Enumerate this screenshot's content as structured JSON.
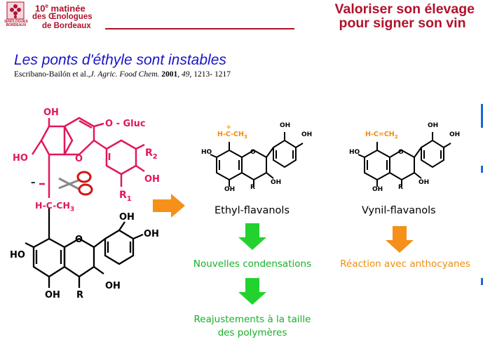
{
  "header": {
    "logo_text": "ŒNOLOGUES BORDEAUX",
    "matinee_num": "10",
    "matinee_sup": "e",
    "matinee_word": "matinée",
    "matinee_line2": "des Œnologues",
    "matinee_line3": "de Bordeaux",
    "slogan_line1": "Valoriser son élevage",
    "slogan_line2": "pour signer son vin"
  },
  "title": "Les ponts d'éthyle sont instables",
  "reference": {
    "authors": "Escribano-Bailón et al.,",
    "journal": "J. Agric. Food Chem.",
    "year": "2001",
    "volume": "49",
    "pages": "1213- 1217"
  },
  "labels": {
    "ethyl_flavanols": "Ethyl-flavanols",
    "vynil_flavanols": "Vynil-flavanols",
    "nouvelles_condensations": "Nouvelles condensations",
    "reaction_anthocyanes": "Réaction avec anthocyanes",
    "reajustements_line1": "Reajustements à la taille",
    "reajustements_line2": "des polymères"
  },
  "chem": {
    "oh": "OH",
    "ho": "HO",
    "o": "O",
    "r": "R",
    "r1": "R",
    "r1_sub": "1",
    "r2": "R",
    "r2_sub": "2",
    "o_gluc": "O - Gluc",
    "plus": "+",
    "h_c_ch3": "H-C-CH",
    "ch3_sub": "3",
    "h_c_ch2": "H-C=CH",
    "ch2_sub": "2",
    "dash": "–"
  },
  "colors": {
    "anthocyanin": "#e0185c",
    "green_arrow": "#22d22e",
    "orange_arrow": "#f5901a",
    "brand": "#b0122b",
    "title_blue": "#1a14c8"
  }
}
